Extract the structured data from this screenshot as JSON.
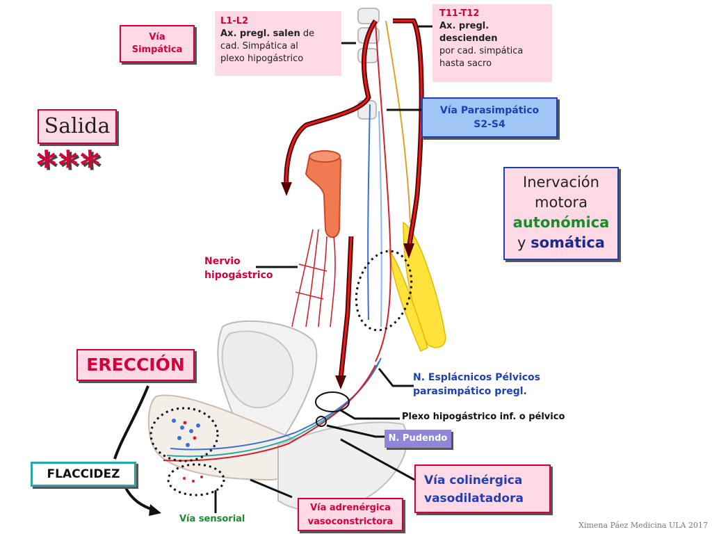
{
  "labels": {
    "via_simpatica": "Vía\nSimpática",
    "l1l2": {
      "title": "L1-L2",
      "line1_bold": "Ax. pregl. salen",
      "line1_rest": " de",
      "line2": "cad. Simpática al",
      "line3": "plexo hipogástrico"
    },
    "t11t12": {
      "title": "T11-T12",
      "line1": "Ax. pregl.",
      "line2": "descienden",
      "line3": "por cad. simpática",
      "line4": "hasta sacro"
    },
    "parasimpatico": "Vía Parasimpático\nS2-S4",
    "salida": "Salida",
    "stars": "***",
    "inervacion": {
      "line1": "Inervación",
      "line2": "motora",
      "line3": "autonómica",
      "line4_prefix": "y ",
      "line4_word": "somática"
    },
    "nervio_hipogastrico": "Nervio\nhipogástrico",
    "ereccion": "ERECCIÓN",
    "esplacnicos": "N. Esplácnicos Pélvicos\nparasimpático pregl.",
    "plexo_inf": "Plexo hipogástrico inf. o pélvico",
    "pudendo": "N. Pudendo",
    "flaccidez": "FLACCIDEZ",
    "colinergica": "Vía colinérgica\nvasodilatadora",
    "adrenergica": "Vía adrenérgica\nvasoconstrictora",
    "sensorial": "Vía sensorial",
    "credit": "Ximena Páez Medicina ULA 2017"
  },
  "colors": {
    "pink_box": "#ffd9e6",
    "blue_box": "#9fc6f5",
    "lavender_box": "#8f86d9",
    "teal_border": "#2aa7a5",
    "red_border": "#d4003a",
    "accent_red": "#d4003a",
    "accent_blue": "#1f3fb5",
    "nerve_yellow": "#ffe23a"
  }
}
